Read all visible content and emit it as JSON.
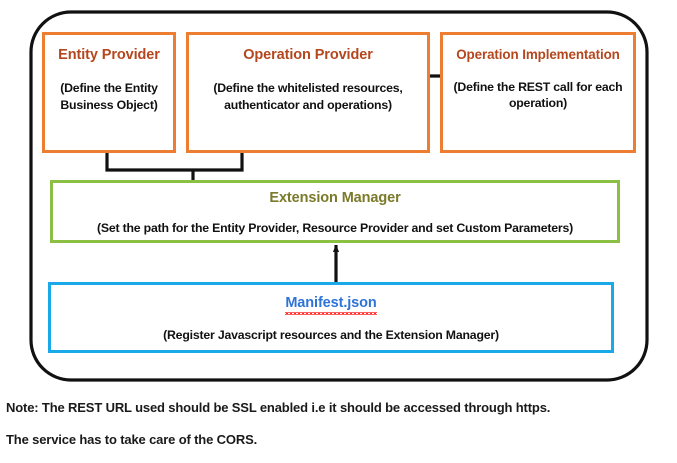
{
  "diagram": {
    "container": {
      "name": "extension-architecture-container",
      "border_color": "#000000"
    },
    "boxes": [
      {
        "id": "entity-provider",
        "title": "Entity Provider",
        "subtitle": "(Define the Entity Business Object)",
        "border_color": "#ED7D31",
        "title_color": "#B4471E"
      },
      {
        "id": "operation-provider",
        "title": "Operation Provider",
        "subtitle": "(Define the whitelisted resources, authenticator and operations)",
        "border_color": "#ED7D31",
        "title_color": "#B4471E"
      },
      {
        "id": "operation-implementation",
        "title": "Operation Implementation",
        "subtitle": "(Define the REST call for each operation)",
        "border_color": "#ED7D31",
        "title_color": "#B4471E"
      },
      {
        "id": "extension-manager",
        "title": "Extension Manager",
        "subtitle": "(Set the path for the Entity Provider, Resource Provider and set Custom Parameters)",
        "border_color": "#8CC044",
        "title_color": "#7A7A2A"
      },
      {
        "id": "manifest",
        "title": "Manifest.json",
        "subtitle": "(Register Javascript resources and the Extension Manager)",
        "border_color": "#19A8E8",
        "title_color": "#2E74D8"
      }
    ],
    "connectors": [
      {
        "id": "extension-manager-to-entity-provider",
        "direction": "up",
        "color": "#000000"
      },
      {
        "id": "extension-manager-to-operation-provider",
        "direction": "up",
        "color": "#000000"
      },
      {
        "id": "operation-provider-to-operation-implementation",
        "direction": "right",
        "color": "#000000"
      },
      {
        "id": "manifest-to-extension-manager",
        "direction": "up",
        "color": "#000000"
      }
    ]
  },
  "notes": {
    "line1": "Note: The REST URL used should be SSL enabled i.e it should be accessed through https.",
    "line2": "The service has to take care of the CORS."
  }
}
